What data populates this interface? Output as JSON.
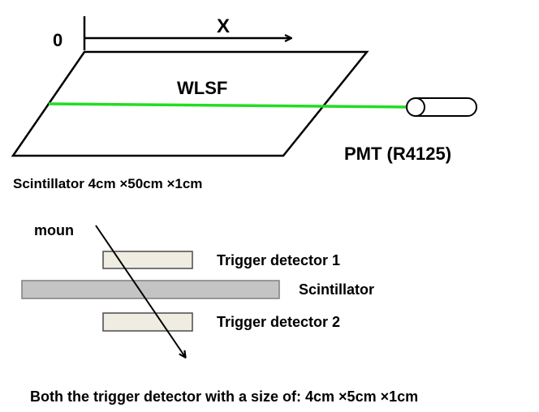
{
  "top_setup": {
    "origin_label": "0",
    "axis_label": "X",
    "fiber_label": "WLSF",
    "pmt_label": "PMT (R4125)",
    "scintillator_caption": "Scintillator 4cm ×50cm ×1cm"
  },
  "bottom_setup": {
    "particle_label": "moun",
    "trigger_1_label": "Trigger detector 1",
    "scintillator_label": "Scintillator",
    "trigger_2_label": "Trigger detector 2",
    "size_caption": "Both the trigger detector with a size of: 4cm ×5cm ×1cm"
  },
  "colors": {
    "line": "#000000",
    "fiber": "#22dd22",
    "trigger_fill": "#efede2",
    "trigger_stroke": "#4a4a4a",
    "scintillator_fill": "#c4c4c4",
    "scintillator_stroke": "#7f7f7f"
  }
}
